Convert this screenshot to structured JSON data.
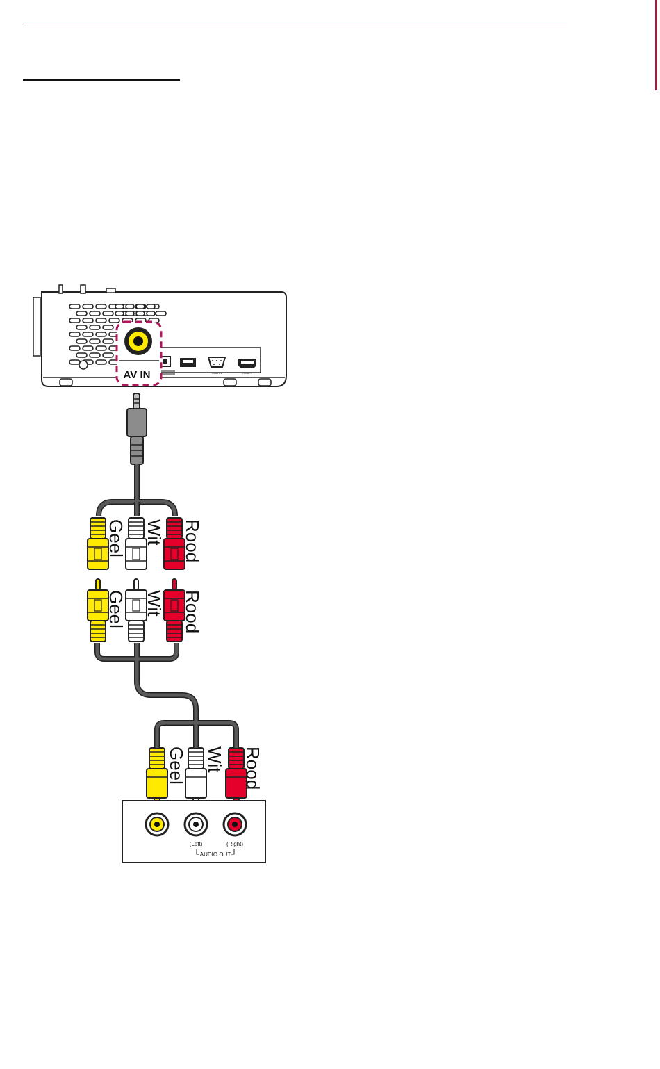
{
  "colors": {
    "accent_rule": "#b54b6a",
    "edge_mark": "#9c1f3f",
    "highlight": "#b0195c",
    "yellow": "#ffea00",
    "white": "#ffffff",
    "red": "#e4002b",
    "cable": "#5a5a5a"
  },
  "projector": {
    "av_in_label": "AV IN",
    "port_labels": [
      "RGB IN",
      "HDMI 1"
    ]
  },
  "cable_labels": {
    "yellow": "Geel",
    "white": "Wit",
    "red": "Rood"
  },
  "av_device": {
    "left_label": "(Left)",
    "right_label": "(Right)",
    "audio_out_label": "AUDIO OUT"
  }
}
